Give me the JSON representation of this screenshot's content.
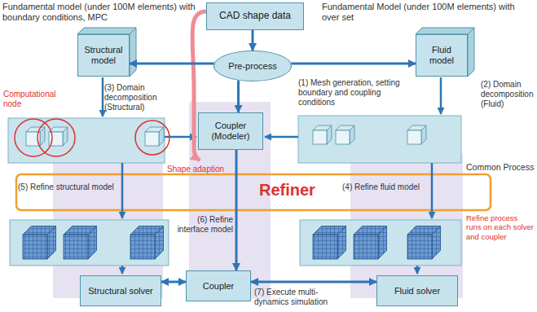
{
  "diagram": {
    "nodes": [
      {
        "text": [
          "CAD shape data"
        ]
      },
      {
        "text": [
          "Pre-process"
        ]
      },
      {
        "text": [
          "Structural model"
        ]
      },
      {
        "text": [
          "Fluid model"
        ]
      },
      {
        "text": [
          "Coupler (Modeler)"
        ]
      },
      {
        "text": [
          "Structural solver"
        ]
      },
      {
        "text": [
          "Coupler"
        ]
      },
      {
        "text": [
          "Fluid solver"
        ]
      }
    ],
    "edges": [
      {
        "from": 0,
        "to": 1,
        "arrow": "to"
      },
      {
        "from": 1,
        "to": 2,
        "arrow": "to"
      },
      {
        "from": 1,
        "to": 3,
        "arrow": "to"
      },
      {
        "from": 1,
        "to": 4,
        "arrow": "to"
      },
      {
        "from": 4,
        "to": 6,
        "arrow": "to"
      },
      {
        "from": 5,
        "to": 6,
        "arrow": "both"
      },
      {
        "from": 6,
        "to": 7,
        "arrow": "both"
      }
    ],
    "labels": [
      "Fundamental model (under 100M elements) with boundary conditions, MPC",
      "Fundamental Model (under 100M elements) with over set",
      "(1) Mesh generation, setting boundary and coupling conditions",
      "(2) Domain decomposition (Fluid)",
      "Computational node",
      "(3) Domain decomposition (Structural)",
      "Common Process",
      "Shape adaption",
      "Refiner",
      "(5) Refine structural model",
      "(6) Refine interface model",
      "(4) Refine fluid model",
      "Refine process runs on each solver and coupler",
      "(7) Execute multi-dynamics simulation"
    ]
  }
}
